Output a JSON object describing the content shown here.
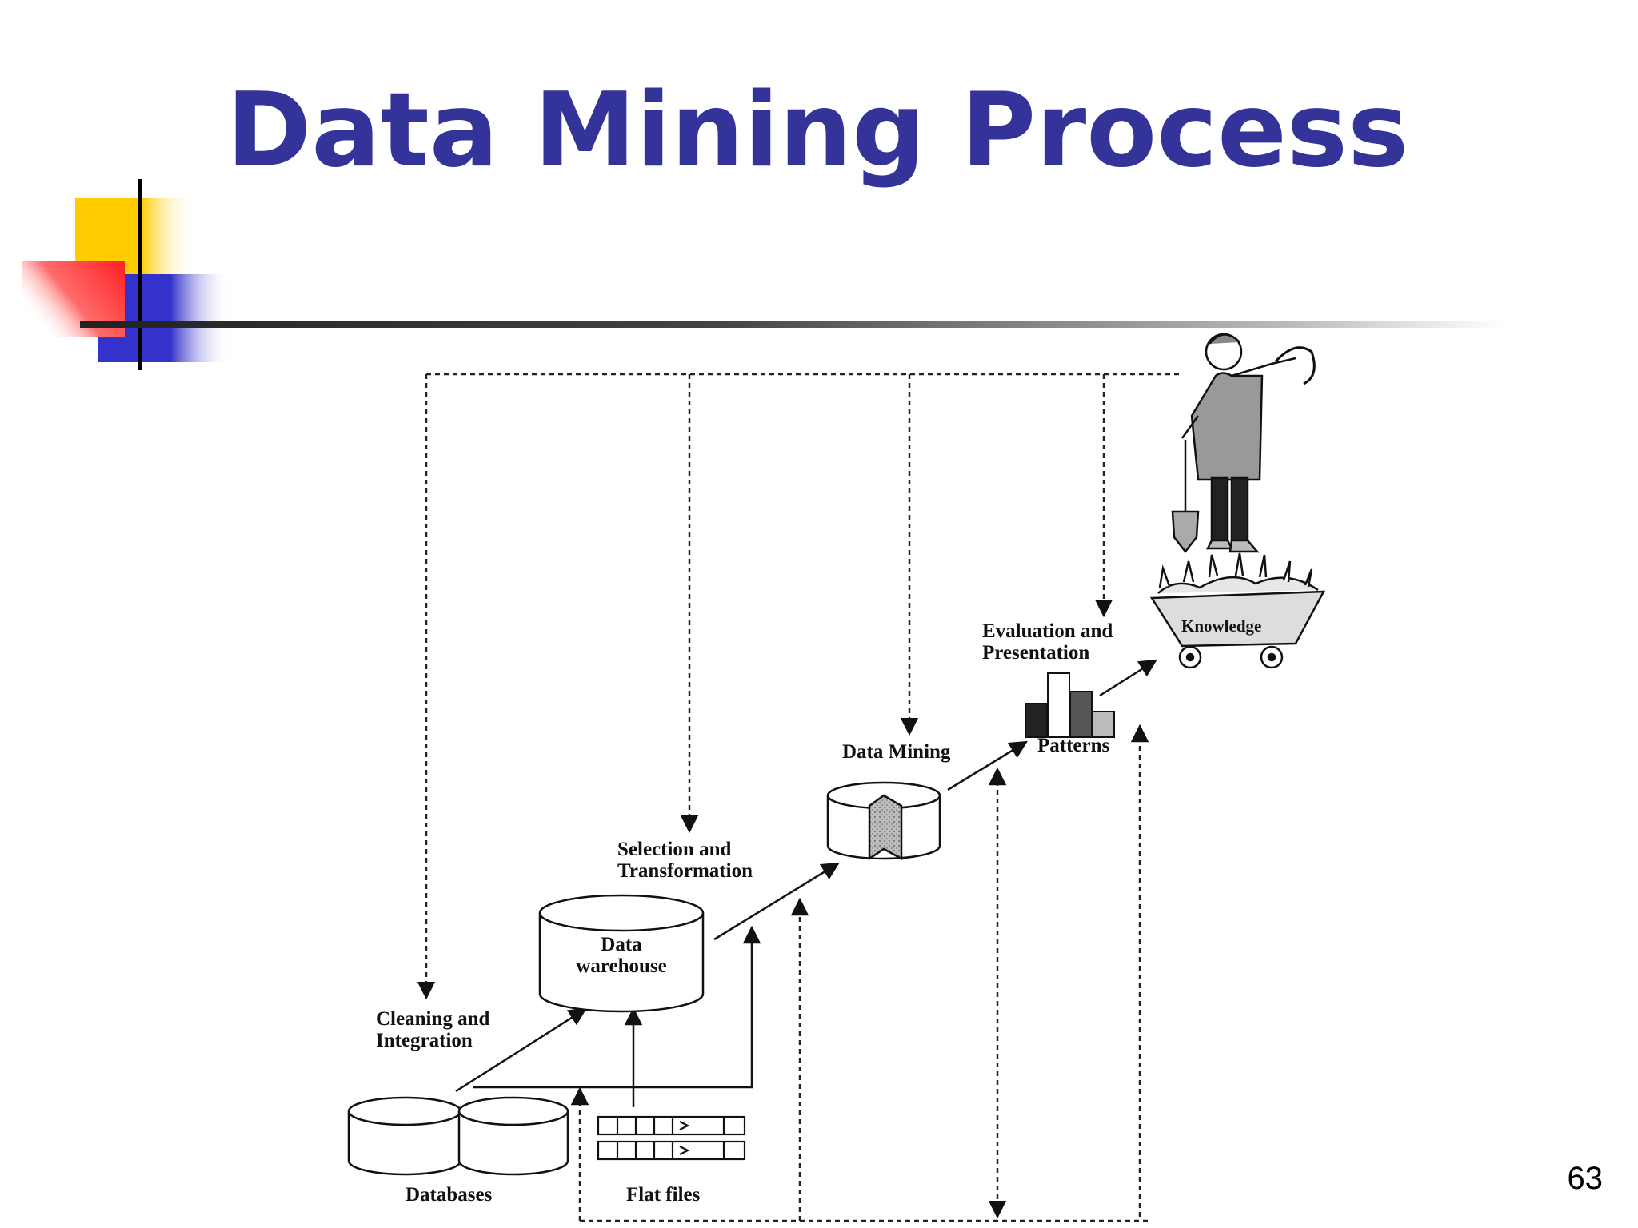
{
  "slide": {
    "title": "Data Mining Process",
    "page_number": "63"
  },
  "diagram": {
    "labels": {
      "cleaning_line1": "Cleaning and",
      "cleaning_line2": "Integration",
      "warehouse_line1": "Data",
      "warehouse_line2": "warehouse",
      "selection_line1": "Selection and",
      "selection_line2": "Transformation",
      "data_mining": "Data Mining",
      "evaluation_line1": "Evaluation and",
      "evaluation_line2": "Presentation",
      "patterns": "Patterns",
      "knowledge": "Knowledge",
      "databases": "Databases",
      "flat_files": "Flat files"
    }
  },
  "colors": {
    "title": "#333399",
    "deco_yellow": "#ffcc00",
    "deco_red": "#ff3333",
    "deco_blue": "#3333cc"
  }
}
